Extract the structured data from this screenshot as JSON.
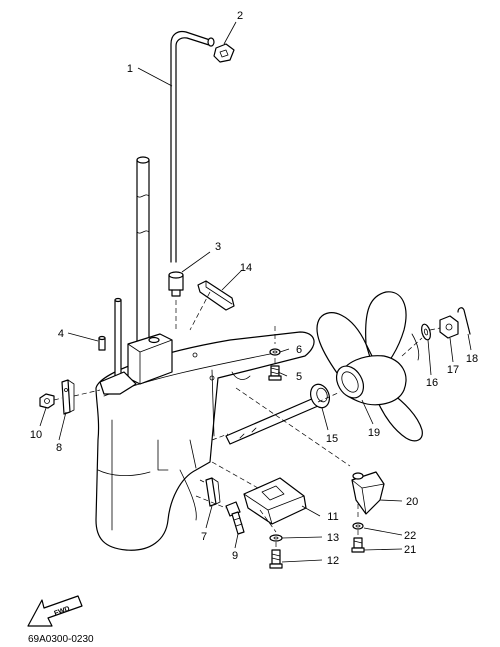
{
  "diagram_code": "69A0300-0230",
  "fwd_label": "FWD",
  "callouts": [
    "1",
    "2",
    "3",
    "4",
    "5",
    "6",
    "7",
    "8",
    "9",
    "10",
    "11",
    "12",
    "13",
    "14",
    "15",
    "16",
    "17",
    "18",
    "19",
    "20",
    "21",
    "22"
  ]
}
